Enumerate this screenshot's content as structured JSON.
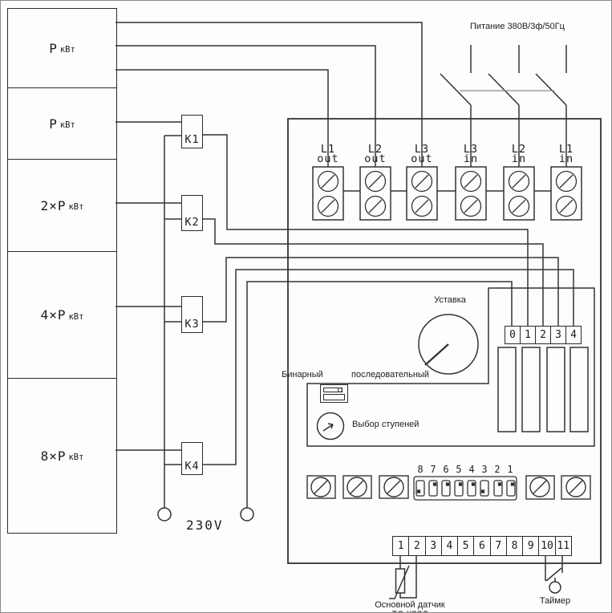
{
  "diagram": {
    "title_supply": "Питание 380В/3ф/50Гц",
    "voltage_label": "230V",
    "load_blocks": [
      {
        "main": "Р",
        "sub": "кВт"
      },
      {
        "main": "Р",
        "sub": "кВт"
      },
      {
        "main": "2×Р",
        "sub": "кВт"
      },
      {
        "main": "4×Р",
        "sub": "кВт"
      },
      {
        "main": "8×Р",
        "sub": "кВт"
      }
    ],
    "relays": [
      "K1",
      "K2",
      "K3",
      "K4"
    ],
    "top_terminals": [
      {
        "line": "L1",
        "dir": "out"
      },
      {
        "line": "L2",
        "dir": "out"
      },
      {
        "line": "L3",
        "dir": "out"
      },
      {
        "line": "L3",
        "dir": "in"
      },
      {
        "line": "L2",
        "dir": "in"
      },
      {
        "line": "L1",
        "dir": "in"
      }
    ],
    "setpoint_label": "Уставка",
    "binary_label": "Бинарный",
    "sequential_label": "последовательный",
    "step_select_label": "Выбор ступеней",
    "step_outputs": [
      "0",
      "1",
      "2",
      "3",
      "4"
    ],
    "dip_numbers": [
      "8",
      "7",
      "6",
      "5",
      "4",
      "3",
      "2",
      "1"
    ],
    "bottom_terminals": [
      "1",
      "2",
      "3",
      "4",
      "5",
      "6",
      "7",
      "8",
      "9",
      "10",
      "11"
    ],
    "sensor_label": "Основной датчик",
    "sensor_type": "ТС-КЗЗЛ",
    "timer_label": "Таймер"
  }
}
